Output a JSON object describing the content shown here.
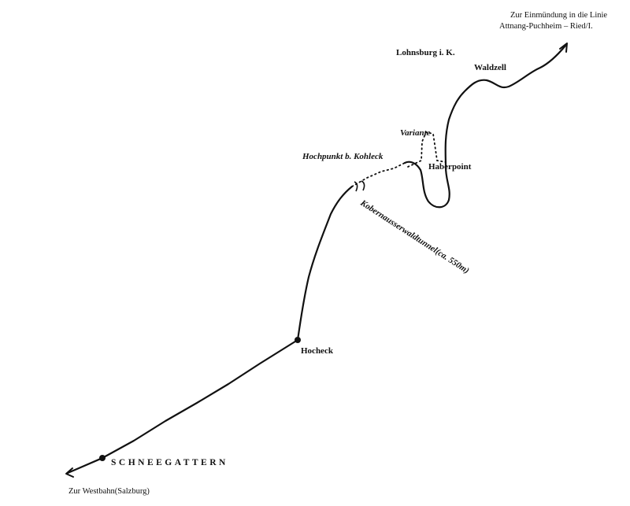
{
  "labels": {
    "destination_ne_line1": "Zur Einmündung in die Linie",
    "destination_ne_line2": "Attnang-Puchheim – Ried/I.",
    "lohnsburg": "Lohnsburg i. K.",
    "waldzell": "Waldzell",
    "variante": "Variante",
    "hochpunkt": "Hochpunkt b. Kohleck",
    "haberpoint": "Haberpoint",
    "tunnel": "Kobernausserwaldtunnel(ca. 550m)",
    "hocheck": "Hocheck",
    "schneegattern": "SCHNEEGATTERN",
    "destination_sw": "Zur Westbahn(Salzburg)"
  },
  "colors": {
    "ink": "#111111",
    "paper": "#ffffff"
  }
}
